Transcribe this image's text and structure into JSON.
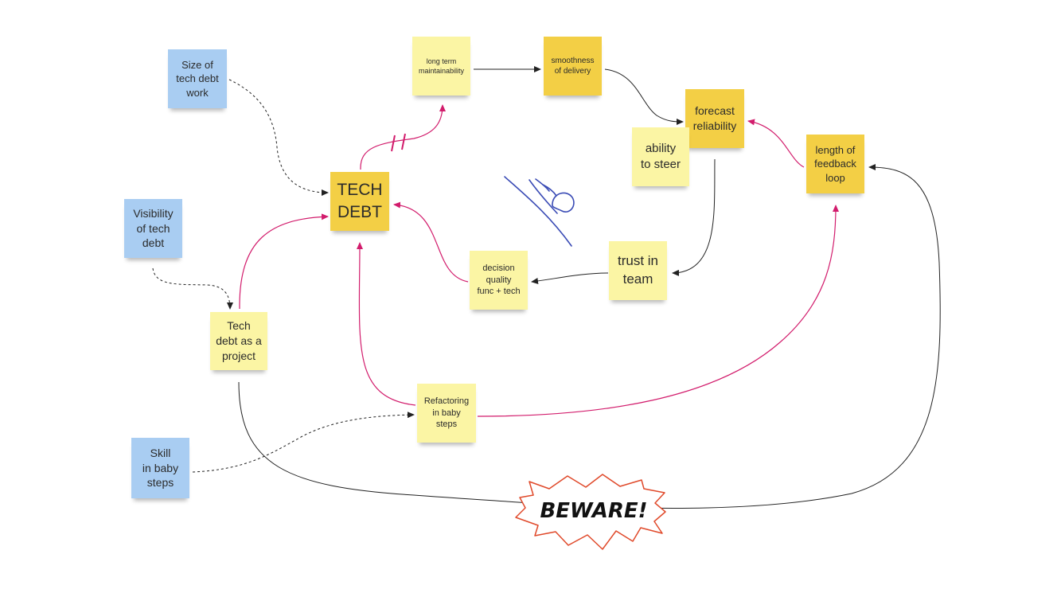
{
  "colors": {
    "note_blue": "#a9cdf2",
    "note_light_yellow": "#fbf5a4",
    "note_amber": "#f3cf45",
    "arrow_pink": "#d21c6c",
    "arrow_black": "#222222",
    "drawing_blue": "#3a4bb5",
    "burst_outline": "#e0492a"
  },
  "notes": {
    "size_of_tech_debt_work": "Size of\ntech debt\nwork",
    "visibility_of_tech_debt": "Visibility\nof tech\ndebt",
    "skill_in_baby_steps": "Skill\nin baby\nsteps",
    "tech_debt_as_project": "Tech\ndebt as a\nproject",
    "tech_debt": "TECH\nDEBT",
    "long_term_maintainability": "long term\nmaintainability",
    "smoothness_of_delivery": "smoothness\nof  delivery",
    "forecast_reliability": "forecast\nreliability",
    "ability_to_steer": "ability\nto steer",
    "length_of_feedback_loop": "length of\nfeedback\nloop",
    "trust_in_team": "trust in\nteam",
    "decision_quality": "decision\nquality\nfunc + tech",
    "refactoring_in_baby_steps": "Refactoring\nin baby\nsteps"
  },
  "beware": {
    "label": "BEWARE!"
  },
  "icons": [
    "falling-comet-doodle",
    "balancing-double-line-icon",
    "beware-burst-icon"
  ]
}
